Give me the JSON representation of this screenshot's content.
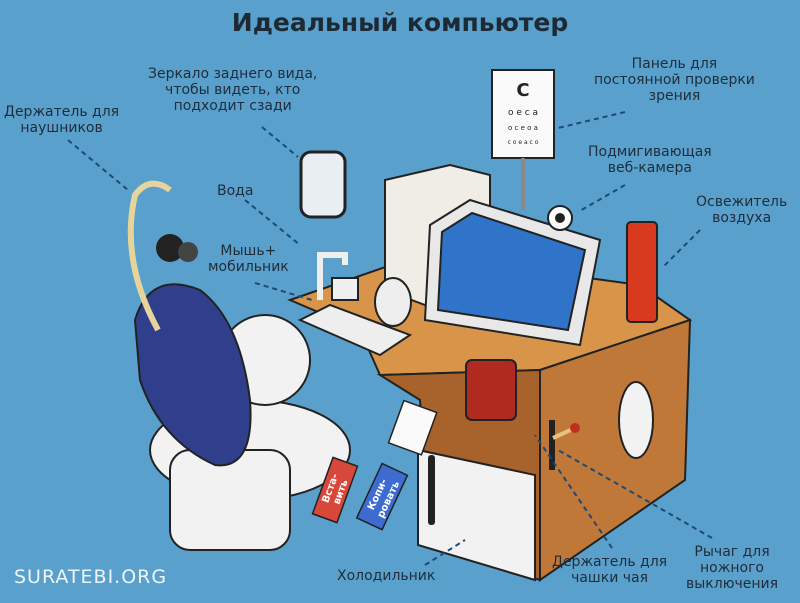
{
  "title": "Идеальный компьютер",
  "labels": {
    "headphones": [
      "Держатель для",
      "наушников"
    ],
    "mirror": [
      "Зеркало заднего вида,",
      "чтобы видеть, кто",
      "подходит сзади"
    ],
    "water": "Вода",
    "mouse": [
      "Мышь+",
      "мобильник"
    ],
    "eye_chart": [
      "Панель для",
      "постоянной проверки",
      "зрения"
    ],
    "webcam": [
      "Подмигивающая",
      "веб-камера"
    ],
    "freshener": [
      "Освежитель",
      "воздуха"
    ],
    "fridge": "Холодильник",
    "cup_holder": [
      "Держатель для",
      "чашки чая"
    ],
    "lever": [
      "Рычаг для",
      "ножного",
      "выключения"
    ]
  },
  "pedals": {
    "paste": [
      "Вста-",
      "вить"
    ],
    "copy": [
      "Копи-",
      "ровать"
    ]
  },
  "eye_chart_letter": "C",
  "watermark": "SURATEBI.ORG",
  "colors": {
    "background": "#5aa0cc",
    "desk": "#d8954a",
    "chair": "#2f3f8c",
    "screen": "#2f74c8"
  }
}
